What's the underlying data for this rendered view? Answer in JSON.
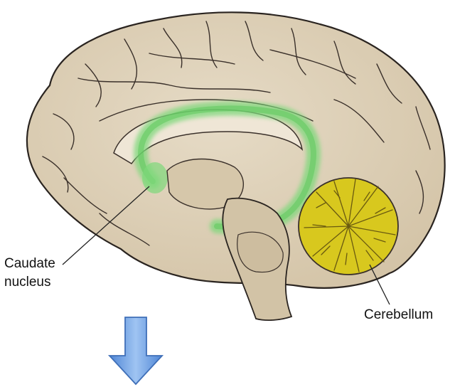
{
  "labels": {
    "caudate_line1": "Caudate",
    "caudate_line2": "nucleus",
    "cerebellum": "Cerebellum"
  },
  "colors": {
    "cortex": "#ddd0b8",
    "cortex_shadow": "#c8b89a",
    "outline": "#2a2420",
    "caudate": "#7dd87a",
    "cerebellum": "#d8c81e",
    "arrow": "#6fa3e6",
    "brainstem": "#d2c3a6"
  },
  "icons": {
    "arrow": "down-arrow-icon"
  }
}
